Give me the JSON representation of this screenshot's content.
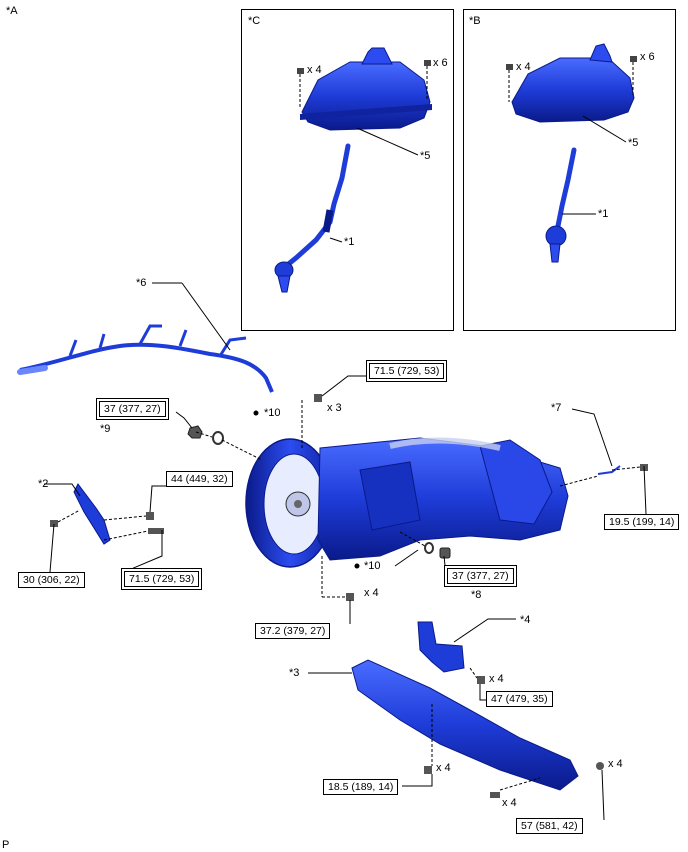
{
  "figure_label": "*A",
  "corner_label": "P",
  "panels": {
    "c": {
      "label": "*C",
      "shift_lever": "*1",
      "boot": "*5",
      "bolt_left_qty": "x 4",
      "bolt_right_qty": "x 6"
    },
    "b": {
      "label": "*B",
      "shift_lever": "*1",
      "boot": "*5",
      "bolt_left_qty": "x 4",
      "bolt_right_qty": "x 6"
    }
  },
  "callouts": {
    "harness": "*6",
    "plug_left": "*9",
    "gasket_top": "*10",
    "gasket_bottom": "*10",
    "bracket_left": "*2",
    "cable_right": "*7",
    "plug_right": "*8",
    "mount": "*4",
    "crossmember": "*3"
  },
  "torques": {
    "t71_top": "71.5 (729, 53)",
    "t37_left": "37 (377, 27)",
    "t44": "44 (449, 32)",
    "t71_bottom": "71.5 (729, 53)",
    "t30": "30 (306, 22)",
    "t19": "19.5 (199, 14)",
    "t37_right": "37 (377, 27)",
    "t372": "37.2 (379, 27)",
    "t47": "47 (479, 35)",
    "t185": "18.5 (189, 14)",
    "t57": "57 (581, 42)"
  },
  "quantities": {
    "q_top": "x 3",
    "q_bellhousing": "x 4",
    "q_mount": "x 4",
    "q_cross_bolt": "x 4",
    "q_cross_lower": "x 4",
    "q_cross_right": "x 4"
  },
  "colors": {
    "part_blue": "#1e3cd8",
    "part_dark": "#0a1a8a",
    "line": "#000000"
  }
}
